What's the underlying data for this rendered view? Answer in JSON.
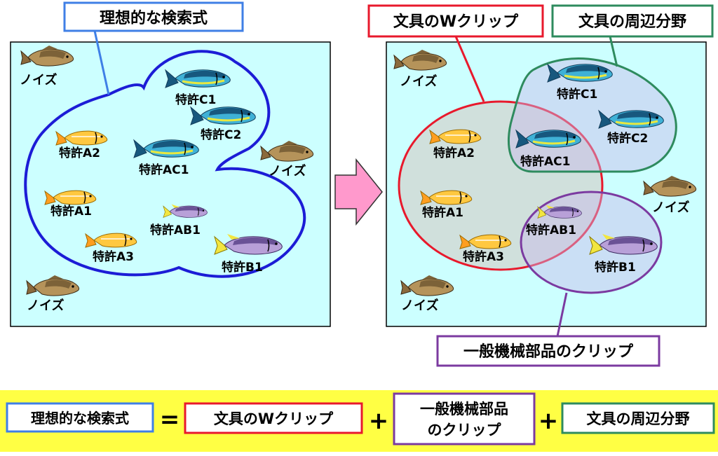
{
  "left": {
    "title": "理想的な検索式",
    "noise": [
      "ノイズ",
      "ノイズ",
      "ノイズ"
    ],
    "patents": [
      "特許C1",
      "特許C2",
      "特許A2",
      "特許AC1",
      "特許A1",
      "特許AB1",
      "特許A3",
      "特許B1"
    ]
  },
  "right": {
    "labels": {
      "w_clip": "文具のWクリップ",
      "stationery": "文具の周辺分野",
      "machine": "一般機械部品のクリップ"
    },
    "noise": [
      "ノイズ",
      "ノイズ",
      "ノイズ"
    ],
    "patents": [
      "特許C1",
      "特許C2",
      "特許A2",
      "特許AC1",
      "特許A1",
      "特許AB1",
      "特許A3",
      "特許B1"
    ]
  },
  "equation": {
    "ideal": "理想的な検索式",
    "equals": "=",
    "w_clip": "文具のWクリップ",
    "plus1": "+",
    "machine_line1": "一般機械部品",
    "machine_line2": "のクリップ",
    "plus2": "+",
    "stationery": "文具の周辺分野"
  },
  "colors": {
    "panel_bg": "#ccffff",
    "blue": "#1c1cd6",
    "title_blue": "#3f7fe6",
    "red": "#e8192c",
    "green": "#2e8b5e",
    "purple": "#7b3aa0",
    "yellow_band": "#ffff44",
    "arrow": "#ff99cc"
  }
}
